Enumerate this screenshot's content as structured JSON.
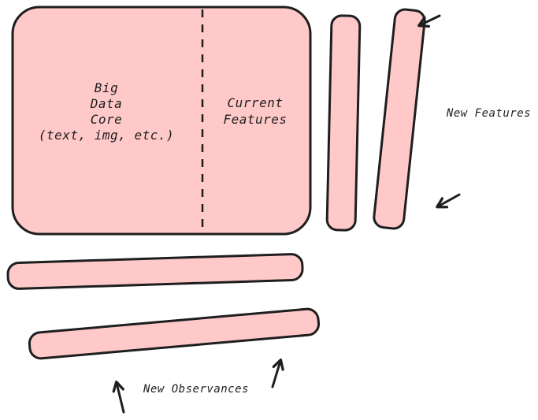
{
  "colors": {
    "shape_fill": "#ffc9c9",
    "stroke": "#1e1e1e",
    "background": "#ffffff"
  },
  "labels": {
    "big_core": "Big\nData\nCore\n(text, img, etc.)",
    "current_features": "Current\nFeatures",
    "new_features": "New Features",
    "new_observances": "New Observances"
  }
}
